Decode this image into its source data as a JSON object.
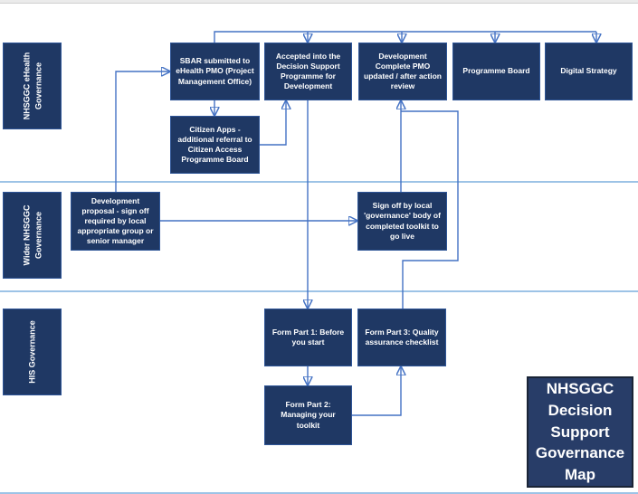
{
  "title_box": {
    "label": "NHSGGC Decision Support Governance Map"
  },
  "colors": {
    "node_fill": "#1F3864",
    "node_border": "#2E5597",
    "connector": "#4472C4",
    "lane_divider": "#9DC3E6",
    "title_fill": "#283D68",
    "title_border": "#1A2436",
    "text": "#FFFFFF"
  },
  "lanes": [
    {
      "id": "ehealth",
      "label": "NHSGGC eHealth Governance"
    },
    {
      "id": "wider",
      "label": "Wider NHSGGC Governance"
    },
    {
      "id": "his",
      "label": "HIS Governance"
    }
  ],
  "nodes": [
    {
      "id": "sbar",
      "label": "SBAR submitted to eHealth PMO (Project Management Office)"
    },
    {
      "id": "accepted",
      "label": "Accepted into the Decision Support Programme for Development"
    },
    {
      "id": "dev-complete",
      "label": "Development Complete PMO updated / after action review"
    },
    {
      "id": "programme-board",
      "label": "Programme Board"
    },
    {
      "id": "digital-strategy",
      "label": "Digital Strategy"
    },
    {
      "id": "citizen-apps",
      "label": "Citizen Apps - additional referral to Citizen Access Programme Board"
    },
    {
      "id": "dev-proposal",
      "label": "Development proposal - sign off required by local appropriate group or senior manager"
    },
    {
      "id": "sign-off",
      "label": "Sign off by local 'governance' body of completed toolkit to go live"
    },
    {
      "id": "form-part-1",
      "label": "Form Part 1: Before you start"
    },
    {
      "id": "form-part-3",
      "label": "Form Part 3: Quality assurance checklist"
    },
    {
      "id": "form-part-2",
      "label": "Form Part 2: Managing your toolkit"
    }
  ]
}
